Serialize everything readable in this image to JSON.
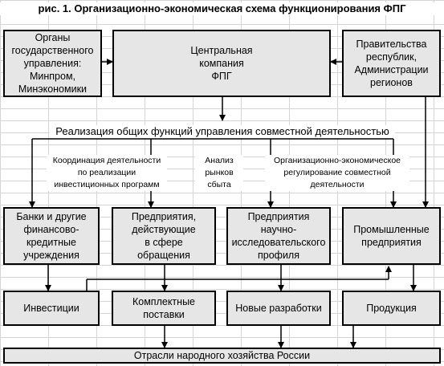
{
  "title": "рис. 1. Организационно-экономическая схема функционирования ФПГ",
  "top": {
    "left": "Органы\nгосударственного\nуправления:\nМинпром,\nМинэкономики",
    "center": "Центральная\nкомпания\nФПГ",
    "right": "Правительства\nреспублик,\nАдминистрации\nрегионов"
  },
  "common_functions": "Реализация общих функций управления совместной деятельностью",
  "functions": {
    "left": "Координация деятельности\nпо реализации\nинвестиционных программ",
    "center": "Анализ\nрынков\nсбыта",
    "right": "Организационно-экономическое\nрегулирование совместной\nдеятельности"
  },
  "middle": {
    "banks": "Банки и другие\nфинансово-\nкредитные\nучреждения",
    "trade": "Предприятия,\nдействующие\nв сфере\nобращения",
    "research": "Предприятия\nнаучно-\nисследовательского\nпрофиля",
    "industry": "Промышленные\nпредприятия"
  },
  "bottom": {
    "investments": "Инвестиции",
    "supplies": "Комплектные\nпоставки",
    "developments": "Новые разработки",
    "products": "Продукция"
  },
  "footer": "Отрасли народного хозяйства России"
}
